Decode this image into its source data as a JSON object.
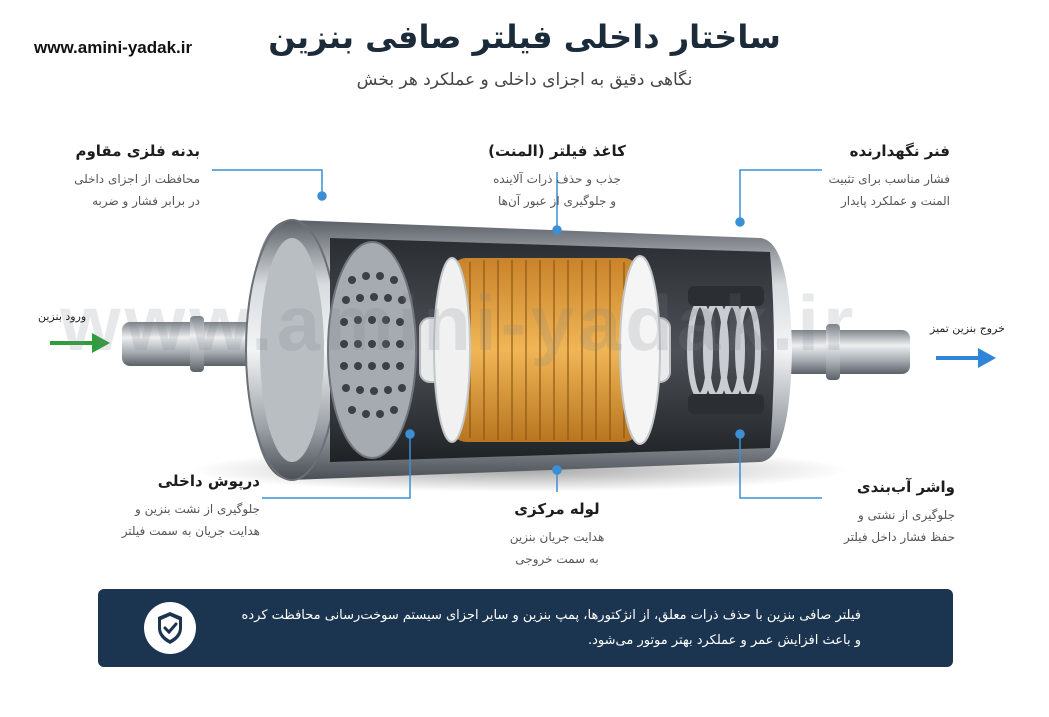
{
  "site": "www.amini-yadak.ir",
  "title": "ساختار داخلی فیلتر صافی بنزین",
  "subtitle": "نگاهی دقیق به اجزای داخلی و عملکرد هر بخش",
  "watermark": "www.amini-yadak.ir",
  "inlet_label": "ورود بنزین",
  "outlet_label": "خروج بنزین تمیز",
  "parts": {
    "body": {
      "title": "بدنه فلزی مقاوم",
      "line1": "محافظت از اجزای داخلی",
      "line2": "در برابر فشار و ضربه"
    },
    "paper": {
      "title": "کاغذ فیلتر (المنت)",
      "line1": "جذب و حذف ذرات آلاینده",
      "line2": "و جلوگیری از عبور آن‌ها"
    },
    "spring": {
      "title": "فنر نگهدارنده",
      "line1": "فشار مناسب برای تثبیت",
      "line2": "المنت و عملکرد پایدار"
    },
    "cap": {
      "title": "درپوش داخلی",
      "line1": "جلوگیری از نشت بنزین و",
      "line2": "هدایت جریان به سمت فیلتر"
    },
    "tube": {
      "title": "لوله مرکزی",
      "line1": "هدایت جریان بنزین",
      "line2": "به سمت خروجی"
    },
    "seal": {
      "title": "واشر آب‌بندی",
      "line1": "جلوگیری از نشتی و",
      "line2": "حفظ فشار داخل فیلتر"
    }
  },
  "banner": {
    "line1": "فیلتر صافی بنزین با حذف ذرات معلق، از انژکتورها، پمپ بنزین و سایر اجزای سیستم سوخت‌رسانی محافظت کرده",
    "line2": "و باعث افزایش عمر و عملکرد بهتر موتور می‌شود.",
    "icon": "shield-check-icon"
  },
  "colors": {
    "accent": "#3b8fd6",
    "inlet_arrow": "#2e9e3c",
    "outlet_arrow": "#2f86d8",
    "banner_bg": "#1b3550",
    "filter_paper": "#e6a43c"
  }
}
